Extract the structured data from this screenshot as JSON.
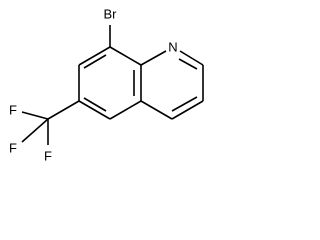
{
  "molecule": {
    "atoms": {
      "bromine": "Br",
      "nitrogen": "N",
      "fluorine_1": "F",
      "fluorine_2": "F",
      "fluorine_3": "F"
    }
  }
}
